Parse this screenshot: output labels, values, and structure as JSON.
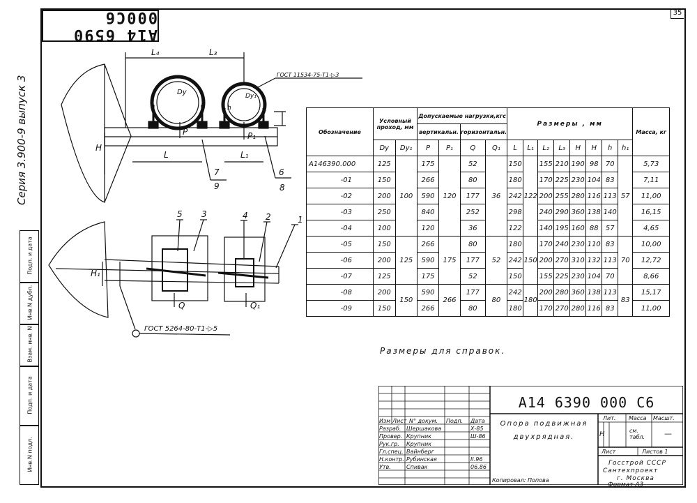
{
  "stamp": {
    "code_inverted": "A14 6590 000C6"
  },
  "page_number": "35",
  "series_label": "Серия 3.900-9 выпуск 3",
  "side_strip": [
    "Инв.N подл.",
    "Подп. и дата",
    "Взам. инв. N",
    "Инв.N дубл.",
    "Подп. и дата"
  ],
  "drawing_labels": {
    "L4": "L₄",
    "L3": "L₃",
    "L": "L",
    "L1": "L₁",
    "H": "H",
    "H1": "H₁",
    "h": "h",
    "Dy": "Dy",
    "Dy1": "Dy₁",
    "P": "P",
    "P1": "P₁",
    "Q": "Q",
    "Q1": "Q₁",
    "gost_top": "ГОСТ 11534-75-Т1-▷3",
    "gost_bottom": "ГОСТ 5264-80-Т1-▷5",
    "pos": [
      "1",
      "2",
      "3",
      "4",
      "5",
      "6",
      "7",
      "8",
      "9"
    ]
  },
  "table": {
    "header_designation": "Обозначение",
    "header_passage": "Условный проход, мм",
    "header_loads": "Допускаемые нагрузки,кгс",
    "header_vertical": "вертикальн.",
    "header_horizontal": "горизонтальн.",
    "header_sizes": "Размеры , мм",
    "header_mass": "Масса, кг",
    "cols": [
      "Dy",
      "Dy₁",
      "P",
      "P₁",
      "Q",
      "Q₁",
      "L",
      "L₁",
      "L₂",
      "L₃",
      "H",
      "H",
      "h",
      "h₁"
    ],
    "rows": [
      [
        "A146390.000",
        "125",
        "",
        "175",
        "",
        "52",
        "",
        "150",
        "",
        "155",
        "210",
        "190",
        "98",
        "70",
        "",
        "5,73"
      ],
      [
        "-01",
        "150",
        "",
        "266",
        "",
        "80",
        "",
        "180",
        "",
        "170",
        "225",
        "230",
        "104",
        "83",
        "",
        "7,11"
      ],
      [
        "-02",
        "200",
        "100",
        "590",
        "120",
        "177",
        "36",
        "242",
        "122",
        "200",
        "255",
        "280",
        "116",
        "113",
        "57",
        "11,00"
      ],
      [
        "-03",
        "250",
        "",
        "840",
        "",
        "252",
        "",
        "298",
        "",
        "240",
        "290",
        "360",
        "138",
        "140",
        "",
        "16,15"
      ],
      [
        "-04",
        "100",
        "",
        "120",
        "",
        "36",
        "",
        "122",
        "",
        "140",
        "195",
        "160",
        "88",
        "57",
        "",
        "4,65"
      ],
      [
        "-05",
        "150",
        "",
        "266",
        "",
        "80",
        "",
        "180",
        "",
        "170",
        "240",
        "230",
        "110",
        "83",
        "",
        "10,00"
      ],
      [
        "-06",
        "200",
        "125",
        "590",
        "175",
        "177",
        "52",
        "242",
        "150",
        "200",
        "270",
        "310",
        "132",
        "113",
        "70",
        "12,72"
      ],
      [
        "-07",
        "125",
        "",
        "175",
        "",
        "52",
        "",
        "150",
        "",
        "155",
        "225",
        "230",
        "104",
        "70",
        "",
        "8,66"
      ],
      [
        "-08",
        "200",
        "150",
        "590",
        "266",
        "177",
        "80",
        "242",
        "180",
        "200",
        "280",
        "360",
        "138",
        "113",
        "83",
        "15,17"
      ],
      [
        "-09",
        "150",
        "",
        "266",
        "",
        "80",
        "",
        "180",
        "",
        "170",
        "270",
        "280",
        "116",
        "83",
        "",
        "11,00"
      ]
    ]
  },
  "note": "Размеры для справок.",
  "title_block": {
    "doc_code": "A14 6390 000 C6",
    "description_line1": "Опора подвижная",
    "description_line2": "двухрядная.",
    "hdr_row": [
      "Изм",
      "Лист",
      "N° докум.",
      "Подп.",
      "Дата"
    ],
    "people": [
      [
        "Разраб.",
        "Шершакова",
        "",
        "Х-85"
      ],
      [
        "Провер.",
        "Крупник",
        "",
        "Ш-86"
      ],
      [
        "Рук.гр.",
        "Крупник",
        "",
        ""
      ],
      [
        "Гл.спец.",
        "Вайнберг",
        "",
        ""
      ],
      [
        "Н.контр.",
        "Рубинская",
        "",
        "II.96"
      ],
      [
        "Утв.",
        "Спивак",
        "",
        "06.86"
      ]
    ],
    "lit": "Лит.",
    "mass": "Масса",
    "scale": "Масшт.",
    "lit_value": "Н",
    "mass_value": "см. табл.",
    "scale_value": "—",
    "sheet": "Лист",
    "sheets": "Листов 1",
    "org1": "Госстрой СССР",
    "org2": "Сантехпроект",
    "org3": "г. Москва"
  },
  "copier": "Копировал: Попова",
  "format": "Формат А3"
}
